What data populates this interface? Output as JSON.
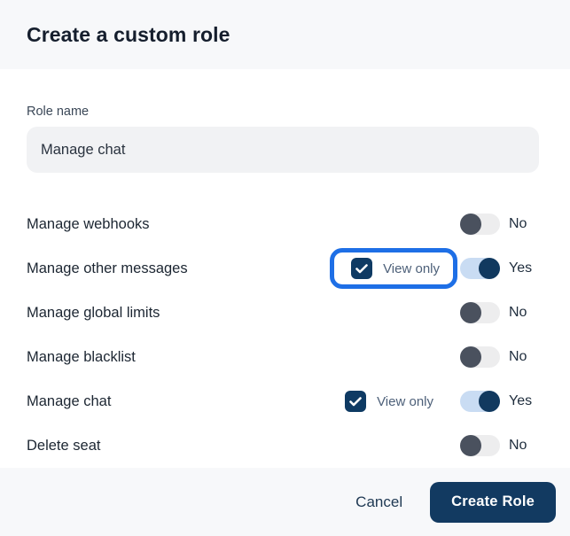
{
  "modal": {
    "title": "Create a custom role",
    "role_name": {
      "label": "Role name",
      "value": "Manage chat"
    },
    "permissions": [
      {
        "label": "Manage webhooks",
        "toggle_label": "No",
        "toggle_state": "off"
      },
      {
        "label": "Manage other messages",
        "view_only_label": "View only",
        "view_only_checked": true,
        "highlighted": true,
        "toggle_label": "Yes",
        "toggle_state": "on"
      },
      {
        "label": "Manage global limits",
        "toggle_label": "No",
        "toggle_state": "off"
      },
      {
        "label": "Manage blacklist",
        "toggle_label": "No",
        "toggle_state": "off"
      },
      {
        "label": "Manage chat",
        "view_only_label": "View only",
        "view_only_checked": true,
        "highlighted": false,
        "toggle_label": "Yes",
        "toggle_state": "on"
      },
      {
        "label": "Delete seat",
        "toggle_label": "No",
        "toggle_state": "off"
      }
    ],
    "footer": {
      "cancel_label": "Cancel",
      "submit_label": "Create Role"
    }
  },
  "colors": {
    "highlight_ring": "#1e6fe6",
    "navy": "#123a61",
    "toggle_on_track": "#c9dcf3",
    "toggle_off_track": "#ededee",
    "toggle_off_knob": "#4a515e",
    "header_footer_bg": "#f7f8fa",
    "input_bg": "#f1f2f4"
  }
}
